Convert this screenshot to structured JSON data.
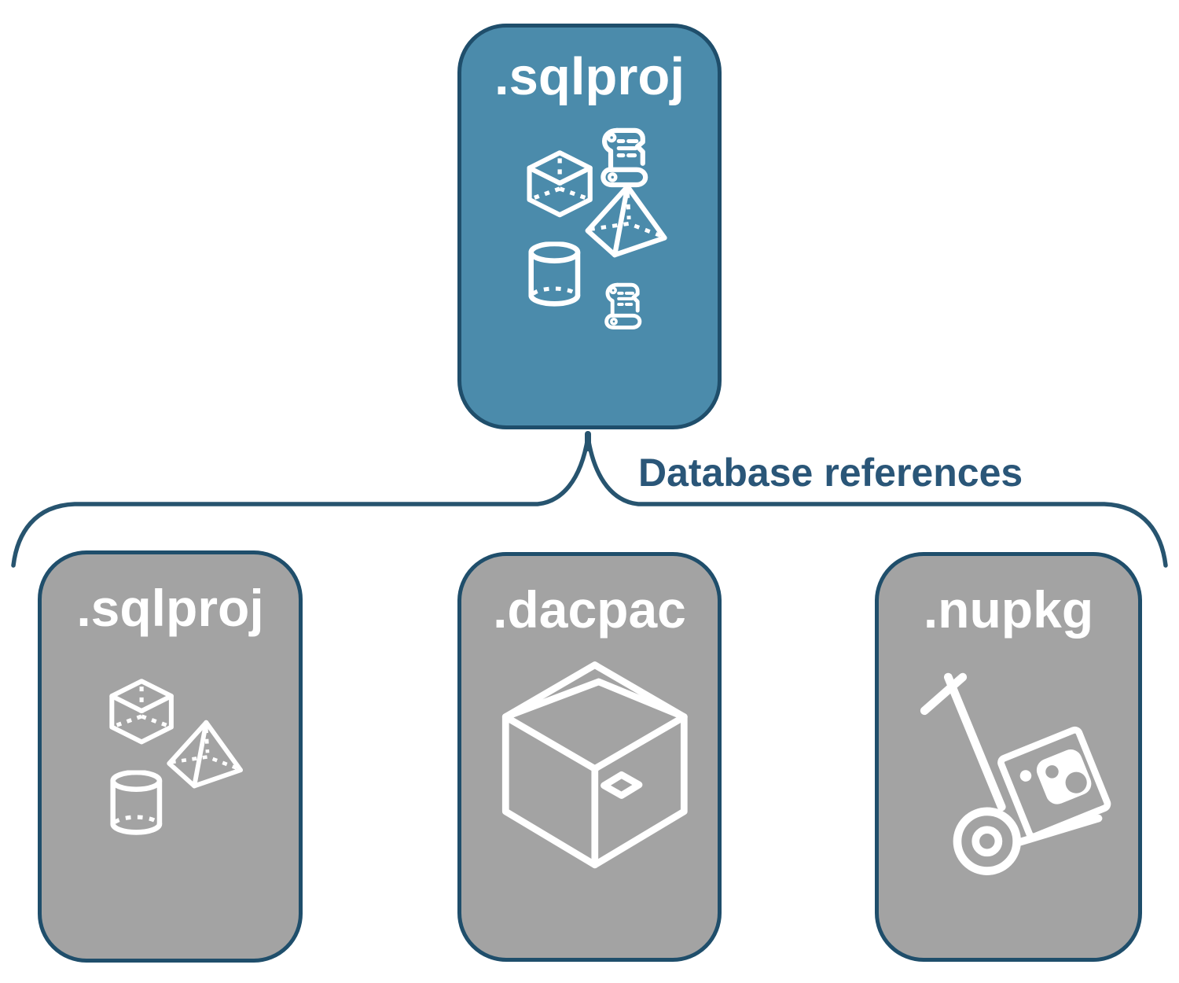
{
  "root_node": {
    "label": ".sqlproj",
    "icons": [
      "scroll-icon",
      "cube-icon",
      "pyramid-icon",
      "cylinder-icon",
      "scroll-icon"
    ]
  },
  "connector": {
    "label": "Database references"
  },
  "child_nodes": [
    {
      "label": ".sqlproj",
      "icons": [
        "cube-icon",
        "pyramid-icon",
        "cylinder-icon"
      ]
    },
    {
      "label": ".dacpac",
      "icons": [
        "package-box-icon"
      ]
    },
    {
      "label": ".nupkg",
      "icons": [
        "hand-truck-icon",
        "wheel-icon",
        "nuget-logo-icon"
      ]
    }
  ],
  "colors": {
    "root_fill": "#4B8BAB",
    "child_fill": "#A3A3A3",
    "node_border": "#1F4E6B",
    "brace": "#27546F",
    "connector_text": "#2A5678",
    "node_text": "#FFFFFF"
  }
}
